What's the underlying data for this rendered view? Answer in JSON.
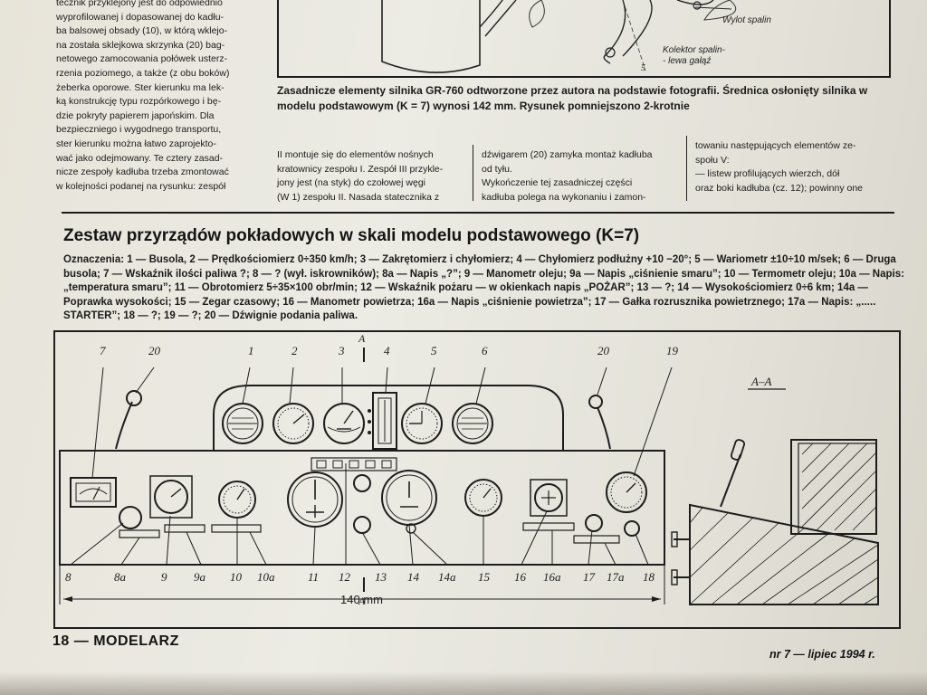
{
  "article": {
    "col_top_left": "tecznik przyklejony jest do odpowiednio\nwyprofilowanej i dopasowanej do kadłu-\nba balsowej obsady (10), w którą wklejo-\nna została sklejkowa skrzynka (20) bag-\nnetowego zamocowania połówek usterz-\nrzenia poziomego, a także (z obu boków)\nżeberka oporowe. Ster kierunku ma lek-\nką konstrukcję typu rozpórkowego i bę-\ndzie pokryty papierem japońskim. Dla\nbezpieczniego i wygodnego transportu,\nster kierunku można łatwo zaprojekto-\nwać jako odejmowany. Te cztery zasad-\nnicze zespoły kadłuba trzeba zmontować\nw kolejności podanej na rysunku: zespół",
    "col_mid_1": "II montuje się do elementów nośnych\nkratownicy zespołu I. Zespół III przykle-\njony jest (na styk) do czołowej węgi\n(W 1) zespołu II. Nasada statecznika z",
    "col_mid_2": "dźwigarem (20) zamyka montaż kadłuba\nod tyłu.\n   Wykończenie tej zasadniczej części\nkadłuba polega na wykonaniu i zamon-",
    "col_mid_3": "towaniu następujących elementów ze-\nspołu V:\n   — listew profilujących wierzch, dół\noraz boki kadłuba (cz. 12); powinny one"
  },
  "figure_top": {
    "caption": "Zasadnicze elementy silnika GR-760 odtworzone przez autora na podstawie fotografii. Średnica osło­nięty silnika w modelu podstawowym (K = 7) wynosi 142 mm. Rysunek pomniejszono 2-krotnie",
    "label_exhaust": "Wylot spalin",
    "label_collector_1": "Kolektor spalin-",
    "label_collector_2": "- lewa gałąź",
    "ref_5": "5"
  },
  "instruments": {
    "heading": "Zestaw przyrządów pokładowych w skali modelu podstawowego (K=7)",
    "legend": "Oznaczenia: 1 — Busola, 2 — Prędkościomierz 0÷350 km/h; 3 — Zakrętomierz i chyłomierz; 4 — Chyłomierz podłużny +10 −20°; 5 — Wariometr ±10÷10 m/sek; 6 — Druga busola; 7 — Wskaźnik ilości paliwa ?; 8 — ? (wył. iskrowników); 8a — Napis „?”; 9 — Manometr oleju; 9a — Napis „ciśnienie smaru”; 10 — Termometr oleju; 10a — Napis: „temperatura smaru”; 11 — Obrotomierz 5÷35×100 obr/min; 12 — Wskaźnik pożaru — w okienkach napis „POŻAR”; 13 — ?; 14 — Wysokościomierz 0÷6 km; 14a — Poprawka wysokości; 15 — Zegar czasowy; 16 — Manometr powietrza; 16a — Napis „ciśnienie powietrza”; 17 — Gałka rozrusznika powietrznego; 17a — Napis: „..... STARTER”; 18 — ?; 19 — ?; 20 — Dźwignie podania paliwa."
  },
  "drawing": {
    "n1": "1",
    "n2": "2",
    "n3": "3",
    "n4": "4",
    "n5": "5",
    "n6": "6",
    "n7": "7",
    "n8": "8",
    "n8a": "8a",
    "n9": "9",
    "n9a": "9a",
    "n10": "10",
    "n10a": "10a",
    "n11": "11",
    "n12": "12",
    "n13": "13",
    "n14": "14",
    "n14a": "14a",
    "n15": "15",
    "n16": "16",
    "n16a": "16a",
    "n17": "17",
    "n17a": "17a",
    "n18": "18",
    "n19": "19",
    "n20": "20",
    "sec_a": "A",
    "sec_aa": "A–A",
    "dim": "140 mm"
  },
  "footer": {
    "left": "18 — MODELARZ",
    "right": "nr 7 — lipiec 1994 r."
  },
  "colors": {
    "paper": "#e7e4da",
    "ink": "#1b1b1b",
    "background": "#8b8578"
  }
}
